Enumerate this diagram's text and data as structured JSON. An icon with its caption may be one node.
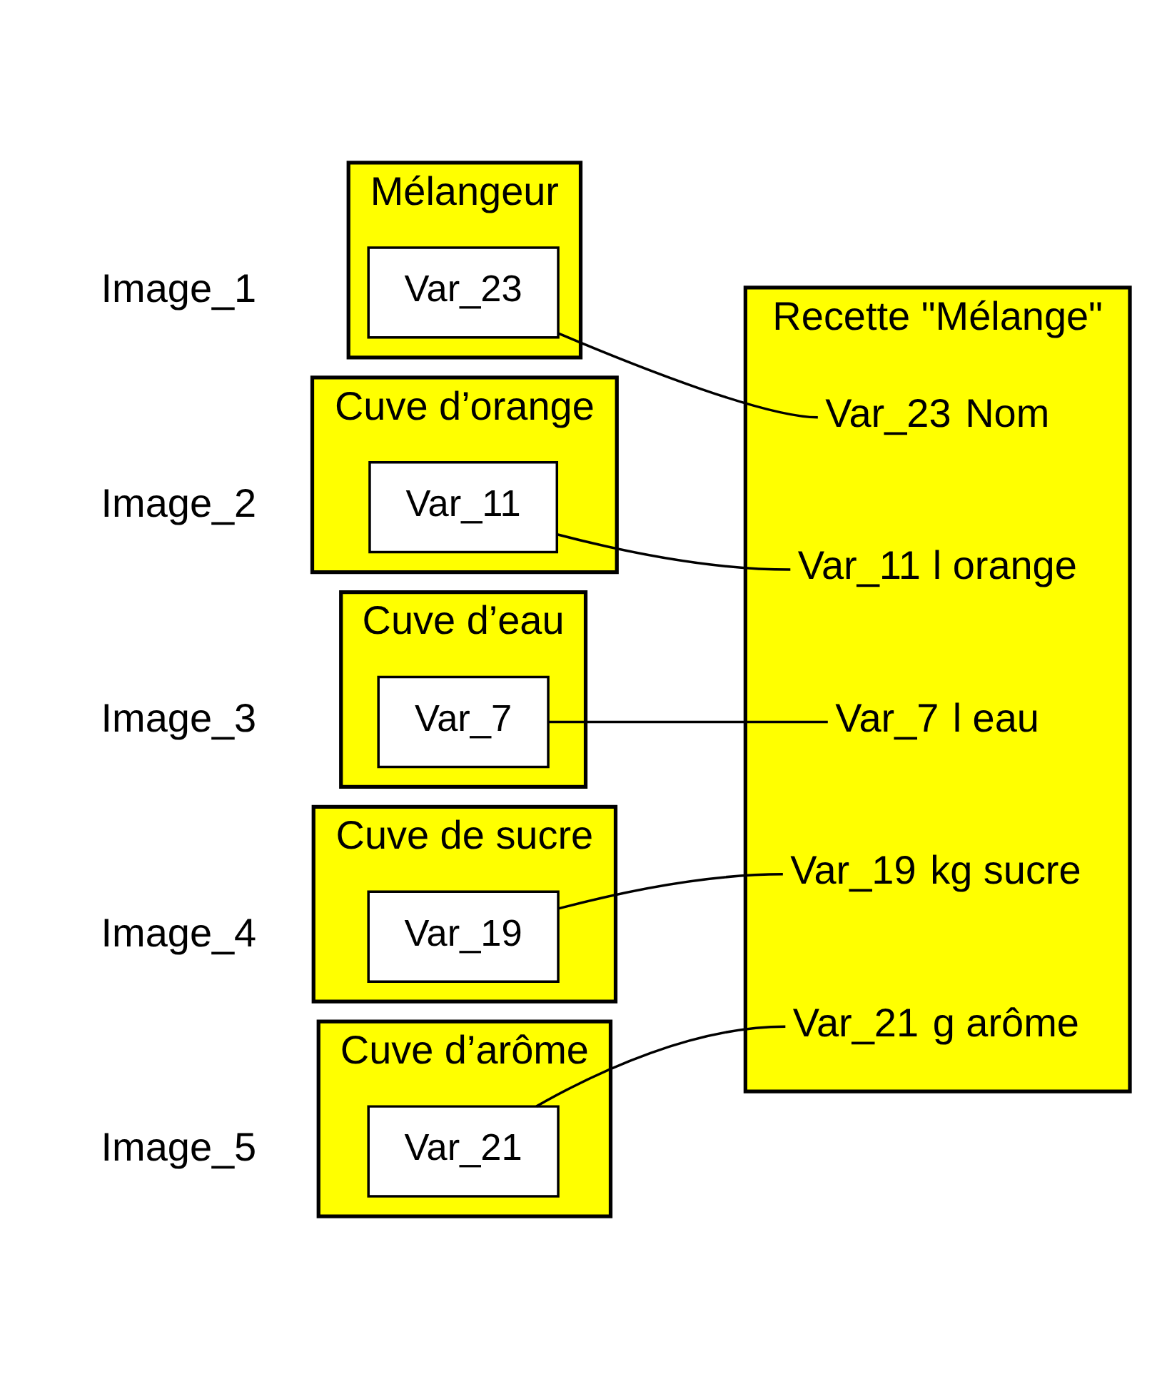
{
  "diagram": {
    "nodes": [
      {
        "text": [
          "Mélangeur"
        ],
        "beside": [
          "Image_1"
        ]
      },
      {
        "text": [
          "Var_23"
        ],
        "in": 0
      },
      {
        "text": [
          "Cuve d’orange"
        ],
        "beside": [
          "Image_2"
        ]
      },
      {
        "text": [
          "Var_11"
        ],
        "in": 2
      },
      {
        "text": [
          "Cuve d’eau"
        ],
        "beside": [
          "Image_3"
        ]
      },
      {
        "text": [
          "Var_7"
        ],
        "in": 4
      },
      {
        "text": [
          "Cuve de sucre"
        ],
        "beside": [
          "Image_4"
        ]
      },
      {
        "text": [
          "Var_19"
        ],
        "in": 6
      },
      {
        "text": [
          "Cuve d’arôme"
        ],
        "beside": [
          "Image_5"
        ]
      },
      {
        "text": [
          "Var_21"
        ],
        "in": 8
      },
      {
        "text": [
          "Recette \"Mélange\""
        ]
      },
      {
        "text": [
          "Var_23"
        ],
        "in": 10,
        "beside": [
          "Nom"
        ]
      },
      {
        "text": [
          "Var_11"
        ],
        "in": 10,
        "beside": [
          "l orange"
        ]
      },
      {
        "text": [
          "Var_7"
        ],
        "in": 10,
        "beside": [
          "l eau"
        ]
      },
      {
        "text": [
          "Var_19"
        ],
        "in": 10,
        "beside": [
          "kg sucre"
        ]
      },
      {
        "text": [
          "Var_21"
        ],
        "in": 10,
        "beside": [
          "g arôme"
        ]
      }
    ],
    "edges": [
      {
        "from": 1,
        "to": 11,
        "arrow": "none"
      },
      {
        "from": 3,
        "to": 12,
        "arrow": "none"
      },
      {
        "from": 5,
        "to": 13,
        "arrow": "none"
      },
      {
        "from": 7,
        "to": 14,
        "arrow": "none"
      },
      {
        "from": 9,
        "to": 15,
        "arrow": "none"
      }
    ]
  }
}
